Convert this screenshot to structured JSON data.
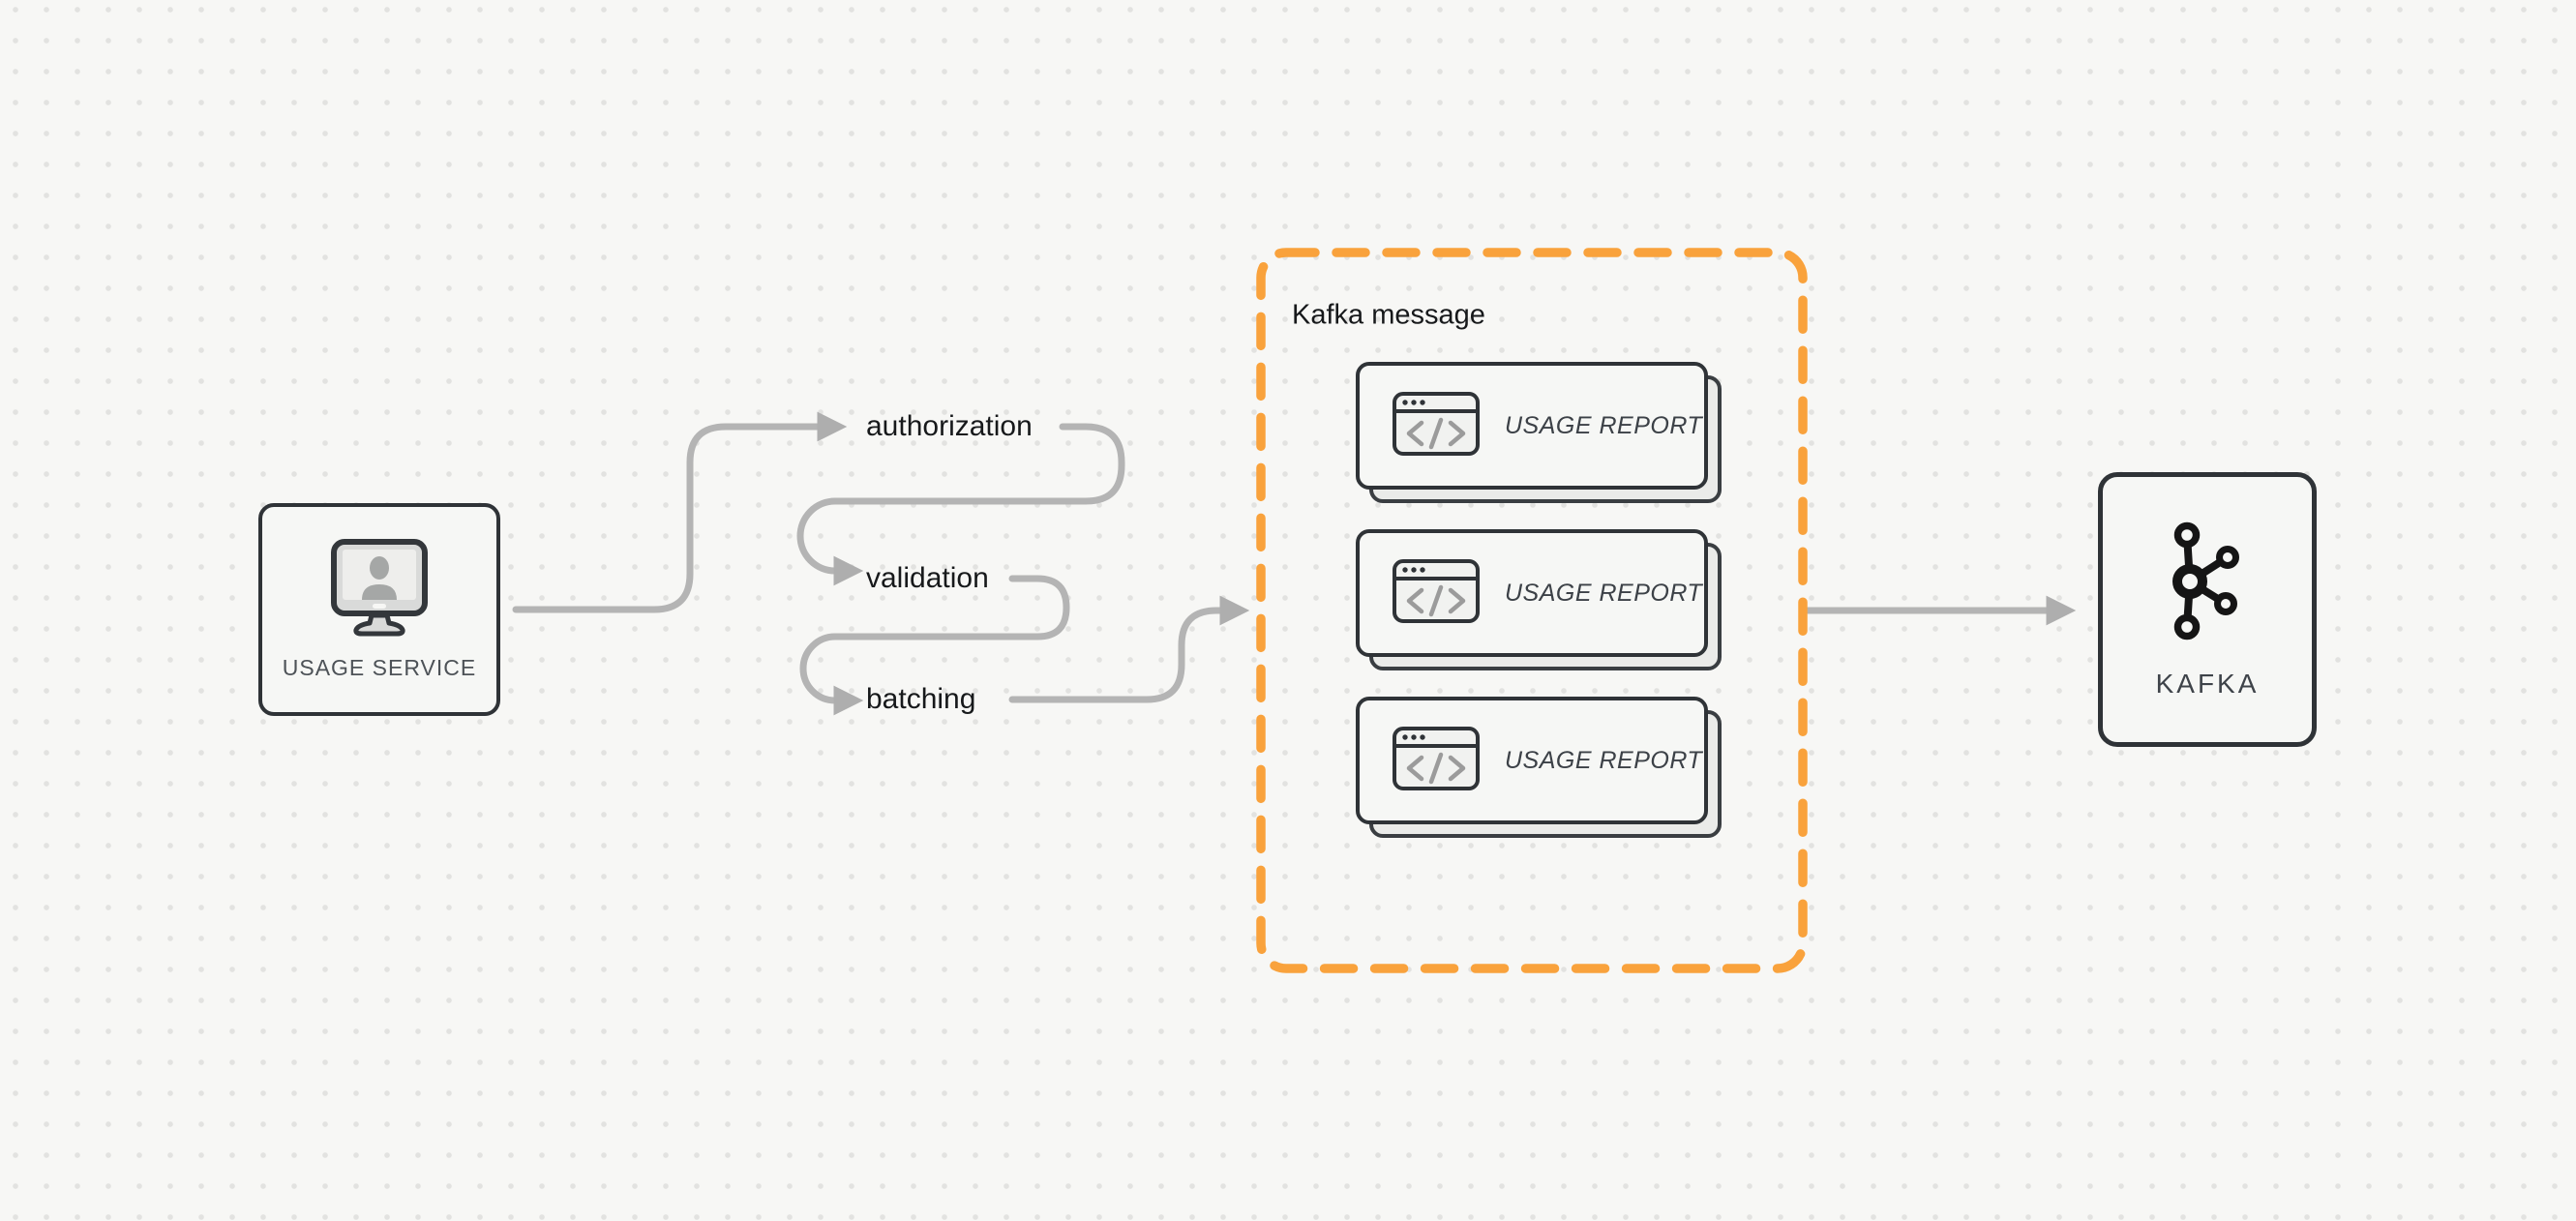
{
  "diagram": {
    "source": {
      "label": "USAGE SERVICE",
      "icon": "user-monitor-icon"
    },
    "pipeline_steps": [
      {
        "label": "authorization"
      },
      {
        "label": "validation"
      },
      {
        "label": "batching"
      }
    ],
    "message_group": {
      "title": "Kafka message",
      "cards": [
        {
          "label": "USAGE REPORT",
          "icon": "code-window-icon"
        },
        {
          "label": "USAGE REPORT",
          "icon": "code-window-icon"
        },
        {
          "label": "USAGE REPORT",
          "icon": "code-window-icon"
        }
      ]
    },
    "target": {
      "label": "KAFKA",
      "icon": "kafka-logo-icon"
    }
  },
  "colors": {
    "background": "#F7F7F5",
    "dot_grid": "#E2E2E0",
    "accent_orange": "#F9A23C",
    "arrow_gray": "#B4B4B4",
    "arrowhead_gray": "#AEAEAE",
    "node_border": "#2F3337",
    "node_fill": "#F6F7F5",
    "text_dark": "#17191B",
    "text_muted": "#4D5257"
  }
}
